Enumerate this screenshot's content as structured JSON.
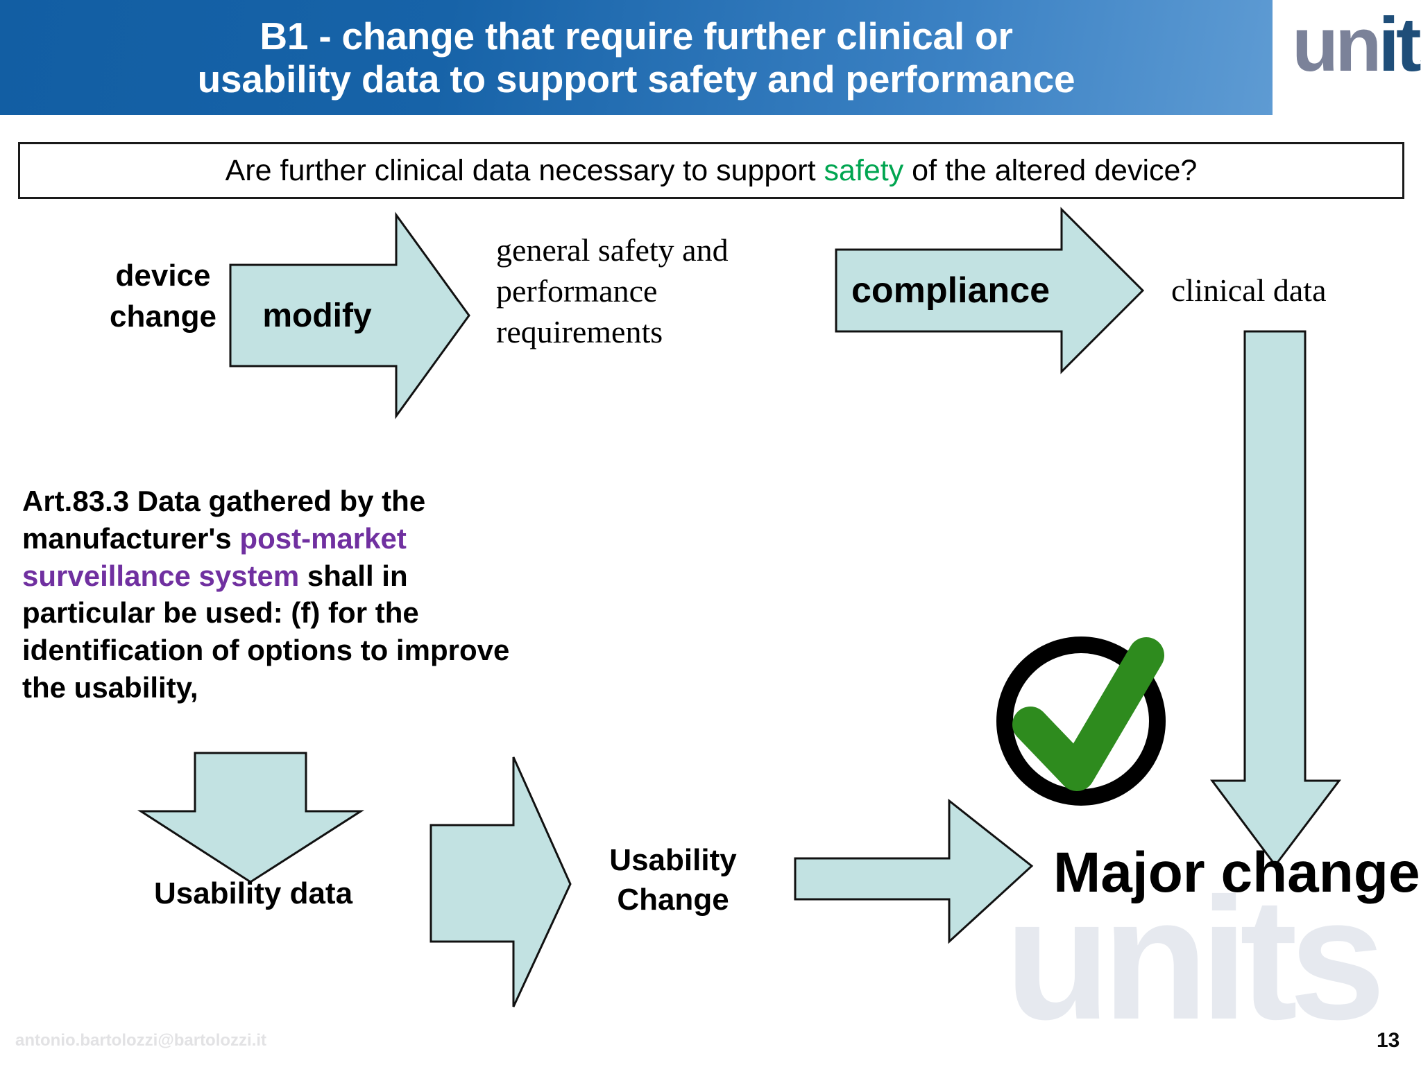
{
  "slide": {
    "title_line1": "B1 - change that require  further clinical or",
    "title_line2": "usability data to support  safety and performance",
    "page_number": "13",
    "footer_email": "antonio.bartolozzi@bartolozzi.it",
    "watermark_text": "units"
  },
  "logo": {
    "part_gray": "un",
    "part_blue": "its",
    "color_gray": "#7b8299",
    "color_blue": "#1f4e79"
  },
  "question": {
    "text_before": "Are further clinical data necessary to support ",
    "highlight": "safety",
    "text_after": " of the altered device?",
    "highlight_color": "#00a550"
  },
  "flow_top": {
    "device_change_line1": "device",
    "device_change_line2": "change",
    "arrow1_label": "modify",
    "gspr_line1": "general  safety  and",
    "gspr_line2": "performance",
    "gspr_line3": "requirements",
    "arrow2_label": "compliance",
    "clinical_data_label": "clinical  data"
  },
  "article": {
    "segment1": "Art.83.3 Data gathered by the manufacturer's ",
    "highlight": "post-market surveillance system",
    "segment2": " shall in particular be used:  (f)    for the identification of options to improve the usability,",
    "highlight_color": "#7030a0"
  },
  "flow_bottom": {
    "usability_data_label": "Usability data",
    "usability_change_line1": "Usability",
    "usability_change_line2": "Change",
    "result_label": "Major change"
  },
  "colors": {
    "arrow_fill": "#c2e2e2",
    "arrow_stroke": "#111111",
    "banner_blue_dark": "#125ea3",
    "banner_blue_light": "#5e9bd3",
    "check_green": "#2e8b1e",
    "check_ring": "#000000"
  },
  "icons": {
    "check_circle": "check-circle-icon"
  }
}
